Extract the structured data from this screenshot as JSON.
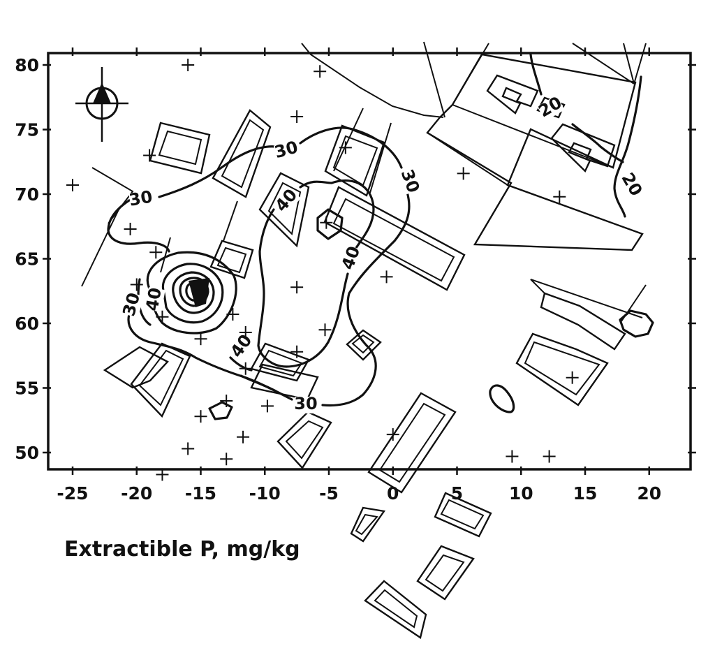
{
  "title": "Extractible P, mg/kg",
  "x_axis": {
    "ticks": [
      "-25",
      "-20",
      "-15",
      "-10",
      "-5",
      "0",
      "5",
      "10",
      "15",
      "20"
    ],
    "range": [
      -27,
      23
    ]
  },
  "y_axis": {
    "ticks": [
      "50",
      "55",
      "60",
      "65",
      "70",
      "75",
      "80"
    ],
    "range": [
      48,
      81
    ]
  },
  "contour_labels": [
    "30",
    "30",
    "30",
    "40",
    "40",
    "40",
    "30",
    "40",
    "30",
    "20",
    "20"
  ],
  "north_arrow": "compass-rose-icon",
  "sample_points": [
    [
      -25,
      70.7
    ],
    [
      -16,
      80
    ],
    [
      -5.7,
      79.5
    ],
    [
      -7.5,
      76
    ],
    [
      -19,
      73
    ],
    [
      -20.5,
      67.3
    ],
    [
      -18.5,
      65.5
    ],
    [
      -20,
      63
    ],
    [
      -7.5,
      62.8
    ],
    [
      -18,
      60.5
    ],
    [
      -12.5,
      60.7
    ],
    [
      -11.5,
      59.3
    ],
    [
      -15,
      58.8
    ],
    [
      -5.3,
      59.5
    ],
    [
      -7.5,
      57.8
    ],
    [
      -11.5,
      56.5
    ],
    [
      -13,
      54
    ],
    [
      -15,
      52.8
    ],
    [
      -9.8,
      53.6
    ],
    [
      -11.7,
      51.2
    ],
    [
      -16,
      50.3
    ],
    [
      -13,
      49.5
    ],
    [
      -0.5,
      63.6
    ],
    [
      -3.7,
      73.6
    ],
    [
      -5.2,
      67.8
    ],
    [
      5.5,
      71.6
    ],
    [
      13,
      69.8
    ],
    [
      14,
      55.8
    ],
    [
      9.3,
      49.7
    ],
    [
      12.2,
      49.7
    ],
    [
      0,
      51.4
    ],
    [
      -18,
      48.3
    ]
  ]
}
